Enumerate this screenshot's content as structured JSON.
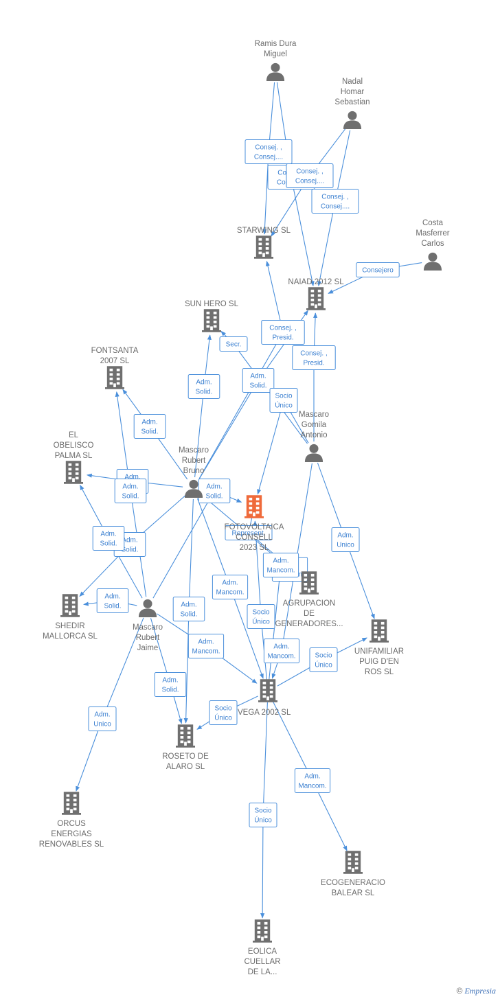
{
  "colors": {
    "edge": "#4a8fdb",
    "node": "#6f6f6f",
    "highlight": "#ef6a3b",
    "text": "#6b6b6b"
  },
  "nodes": [
    {
      "id": "ramis",
      "type": "person",
      "label": [
        "Ramis Dura",
        "Miguel"
      ]
    },
    {
      "id": "nadal",
      "type": "person",
      "label": [
        "Nadal",
        "Homar",
        "Sebastian"
      ]
    },
    {
      "id": "costa",
      "type": "person",
      "label": [
        "Costa",
        "Masferrer",
        "Carlos"
      ]
    },
    {
      "id": "starwing",
      "type": "company",
      "label": [
        "STARWING  SL"
      ]
    },
    {
      "id": "naiad",
      "type": "company",
      "label": [
        "NAIAD 2012 SL"
      ]
    },
    {
      "id": "sunhero",
      "type": "company",
      "label": [
        "SUN HERO  SL"
      ]
    },
    {
      "id": "fontsanta",
      "type": "company",
      "label": [
        "FONTSANTA",
        "2007 SL"
      ]
    },
    {
      "id": "obelisco",
      "type": "company",
      "label": [
        "EL",
        "OBELISCO",
        "PALMA SL"
      ]
    },
    {
      "id": "gomila",
      "type": "person",
      "label": [
        "Mascaro",
        "Gomila",
        "Antonio"
      ]
    },
    {
      "id": "bruno",
      "type": "person",
      "label": [
        "Mascaro",
        "Rubert",
        "Bruno"
      ]
    },
    {
      "id": "fotovoltaica",
      "type": "company",
      "highlight": true,
      "label": [
        "FOTOVOLTAICA",
        "CONSELL",
        "2023  SL"
      ]
    },
    {
      "id": "agrupacion",
      "type": "company",
      "label": [
        "AGRUPACION",
        "DE",
        "GENERADORES..."
      ]
    },
    {
      "id": "shedir",
      "type": "company",
      "label": [
        "SHEDIR",
        "MALLORCA SL"
      ]
    },
    {
      "id": "jaime",
      "type": "person",
      "label": [
        "Mascaro",
        "Rubert",
        "Jaime"
      ]
    },
    {
      "id": "unifamiliar",
      "type": "company",
      "label": [
        "UNIFAMILIAR",
        "PUIG D'EN",
        "ROS  SL"
      ]
    },
    {
      "id": "vega",
      "type": "company",
      "label": [
        "VEGA 2002 SL"
      ]
    },
    {
      "id": "roseto",
      "type": "company",
      "label": [
        "ROSETO DE",
        "ALARO  SL"
      ]
    },
    {
      "id": "orcus",
      "type": "company",
      "label": [
        "ORCUS",
        "ENERGIAS",
        "RENOVABLES SL"
      ]
    },
    {
      "id": "ecogeneracio",
      "type": "company",
      "label": [
        "ECOGENERACIO",
        "BALEAR  SL"
      ]
    },
    {
      "id": "eolica",
      "type": "company",
      "label": [
        "EOLICA",
        "CUELLAR",
        "DE LA..."
      ]
    }
  ],
  "edges": [
    {
      "from": "ramis",
      "to": "starwing",
      "label": [
        "Consej. ,",
        "Consej...."
      ]
    },
    {
      "from": "ramis",
      "to": "naiad",
      "label": [
        "Consej. ,",
        "Consej...."
      ]
    },
    {
      "from": "nadal",
      "to": "starwing",
      "label": [
        "Consej. ,",
        "Consej...."
      ]
    },
    {
      "from": "nadal",
      "to": "naiad",
      "label": [
        "Consej. ,",
        "Consej...."
      ]
    },
    {
      "from": "costa",
      "to": "naiad",
      "label": [
        "Consejero"
      ]
    },
    {
      "from": "bruno",
      "to": "starwing",
      "label": [
        "Consej. ,",
        "Presid."
      ]
    },
    {
      "from": "bruno",
      "to": "naiad",
      "label": [
        "Adm.",
        "Solid."
      ]
    },
    {
      "from": "bruno",
      "to": "sunhero",
      "label": [
        "Adm.",
        "Solid."
      ]
    },
    {
      "from": "bruno",
      "to": "fontsanta",
      "label": [
        "Adm.",
        "Solid."
      ]
    },
    {
      "from": "bruno",
      "to": "obelisco",
      "label": [
        "Adm.",
        "Solid."
      ]
    },
    {
      "from": "bruno",
      "to": "shedir",
      "label": [
        "Adm.",
        "Solid."
      ]
    },
    {
      "from": "bruno",
      "to": "roseto",
      "label": [
        "Adm.",
        "Solid."
      ]
    },
    {
      "from": "bruno",
      "to": "agrupacion",
      "label": [
        "Adm.",
        "Mancom."
      ]
    },
    {
      "from": "bruno",
      "to": "vega",
      "label": [
        "Adm.",
        "Mancom."
      ]
    },
    {
      "from": "gomila",
      "to": "sunhero",
      "label": [
        "Secr."
      ]
    },
    {
      "from": "gomila",
      "to": "naiad",
      "label": [
        "Consej. ,",
        "Presid."
      ]
    },
    {
      "from": "gomila",
      "to": "fotovoltaica",
      "label": [
        "Socio",
        "Único"
      ]
    },
    {
      "from": "gomila",
      "to": "unifamiliar",
      "label": [
        "Adm.",
        "Unico"
      ]
    },
    {
      "from": "gomila",
      "to": "vega",
      "label": [
        "Adm.",
        "Mancom."
      ]
    },
    {
      "from": "jaime",
      "to": "fontsanta",
      "label": [
        "Adm.",
        "Solid."
      ]
    },
    {
      "from": "jaime",
      "to": "obelisco",
      "label": [
        "Adm.",
        "Solid."
      ]
    },
    {
      "from": "jaime",
      "to": "shedir",
      "label": [
        "Adm.",
        "Solid."
      ]
    },
    {
      "from": "jaime",
      "to": "fotovoltaica",
      "label": [
        "Adm.",
        "Solid."
      ]
    },
    {
      "from": "jaime",
      "to": "roseto",
      "label": [
        "Adm.",
        "Solid."
      ]
    },
    {
      "from": "jaime",
      "to": "orcus",
      "label": [
        "Adm.",
        "Unico"
      ]
    },
    {
      "from": "jaime",
      "to": "vega",
      "label": [
        "Adm.",
        "Mancom."
      ]
    },
    {
      "from": "fotovoltaica",
      "to": "agrupacion",
      "label": [
        "Represent."
      ]
    },
    {
      "from": "vega",
      "to": "fotovoltaica",
      "label": [
        "Socio",
        "Único"
      ]
    },
    {
      "from": "vega",
      "to": "unifamiliar",
      "label": [
        "Socio",
        "Único"
      ]
    },
    {
      "from": "vega",
      "to": "roseto",
      "label": [
        "Socio",
        "Único"
      ]
    },
    {
      "from": "vega",
      "to": "agrupacion",
      "label": [
        "Adm.",
        "Mancom."
      ]
    },
    {
      "from": "vega",
      "to": "ecogeneracio",
      "label": [
        "Adm.",
        "Mancom."
      ]
    },
    {
      "from": "vega",
      "to": "eolica",
      "label": [
        "Socio",
        "Único"
      ]
    }
  ],
  "brand": {
    "copyright": "©",
    "name": "Empresia"
  }
}
